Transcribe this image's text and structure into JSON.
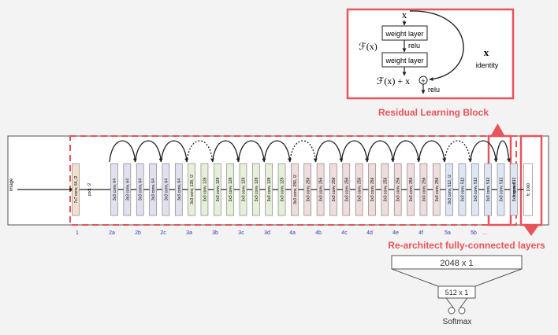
{
  "residual_block": {
    "input_x": "x",
    "weight_layer_1": "weight layer",
    "relu_1": "relu",
    "fx": "ℱ(x)",
    "weight_layer_2": "weight layer",
    "identity_x": "x",
    "identity": "identity",
    "fx_plus_x": "ℱ(x) + x",
    "plus": "+",
    "relu_2": "relu",
    "caption": "Residual Learning Block"
  },
  "network": {
    "input_label": "image",
    "layers": [
      {
        "label": "7x7 conv, 64, /2",
        "color": "#f2e0cd"
      },
      {
        "label": "pool, /2",
        "color": "none"
      },
      {
        "label": "3x3 conv, 64",
        "color": "#e0e0ee"
      },
      {
        "label": "3x3 conv, 64",
        "color": "#e0e0ee"
      },
      {
        "label": "3x3 conv, 64",
        "color": "#e0e0ee"
      },
      {
        "label": "3x3 conv, 64",
        "color": "#e0e0ee"
      },
      {
        "label": "3x3 conv, 64",
        "color": "#e0e0ee"
      },
      {
        "label": "3x3 conv, 64",
        "color": "#e0e0ee"
      },
      {
        "label": "3x3 conv, 128, /2",
        "color": "#e6efd9"
      },
      {
        "label": "3x3 conv, 128",
        "color": "#e6efd9"
      },
      {
        "label": "3x3 conv, 128",
        "color": "#e6efd9"
      },
      {
        "label": "3x3 conv, 128",
        "color": "#e6efd9"
      },
      {
        "label": "3x3 conv, 128",
        "color": "#e6efd9"
      },
      {
        "label": "3x3 conv, 128",
        "color": "#e6efd9"
      },
      {
        "label": "3x3 conv, 128",
        "color": "#e6efd9"
      },
      {
        "label": "3x3 conv, 128",
        "color": "#e6efd9"
      },
      {
        "label": "3x3 conv, 256, /2",
        "color": "#efdcdc"
      },
      {
        "label": "3x3 conv, 256",
        "color": "#efdcdc"
      },
      {
        "label": "3x3 conv, 256",
        "color": "#efdcdc"
      },
      {
        "label": "3x3 conv, 256",
        "color": "#efdcdc"
      },
      {
        "label": "3x3 conv, 256",
        "color": "#efdcdc"
      },
      {
        "label": "3x3 conv, 256",
        "color": "#efdcdc"
      },
      {
        "label": "3x3 conv, 256",
        "color": "#efdcdc"
      },
      {
        "label": "3x3 conv, 256",
        "color": "#efdcdc"
      },
      {
        "label": "3x3 conv, 256",
        "color": "#efdcdc"
      },
      {
        "label": "3x3 conv, 256",
        "color": "#efdcdc"
      },
      {
        "label": "3x3 conv, 256",
        "color": "#efdcdc"
      },
      {
        "label": "3x3 conv, 256",
        "color": "#efdcdc"
      },
      {
        "label": "3x3 conv, 512, /2",
        "color": "#dde6f2"
      },
      {
        "label": "3x3 conv, 512",
        "color": "#dde6f2"
      },
      {
        "label": "3x3 conv, 512",
        "color": "#dde6f2"
      },
      {
        "label": "3x3 conv, 512",
        "color": "#dde6f2"
      },
      {
        "label": "3x3 conv, 512",
        "color": "#dde6f2"
      },
      {
        "label": "3x3 conv, 512",
        "color": "#dde6f2"
      },
      {
        "label": "avg pool",
        "color": "none"
      },
      {
        "label": "fc 1000",
        "color": "#ffffff"
      }
    ],
    "stage_labels": [
      "1",
      "2a",
      "2b",
      "2c",
      "3a",
      "3b",
      "3c",
      "3d",
      "4a",
      "4b",
      "4c",
      "4d",
      "4e",
      "4f",
      "5a",
      "5b",
      "..."
    ],
    "caption": "Re-architect fully-connected layers"
  },
  "fc_head": {
    "top_label": "2048 x 1",
    "bottom_label": "512 x 1",
    "output_label": "Softmax"
  },
  "colors": {
    "accent_red": "#e8545a",
    "stage_label_blue": "#3a3ab8",
    "line": "#222222"
  }
}
